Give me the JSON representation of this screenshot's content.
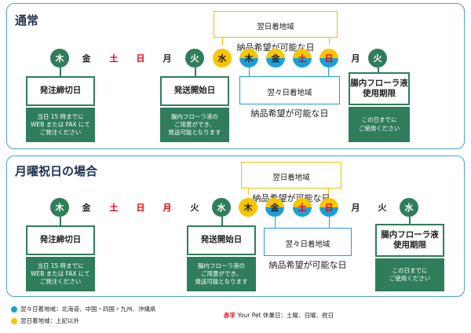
{
  "colors": {
    "green": "#2f7d5b",
    "yellow": "#f7c600",
    "blue": "#1c9fd8",
    "red": "#e60012",
    "border": "#4ba3c7"
  },
  "normal": {
    "title": "通常",
    "days": [
      "木",
      "金",
      "土",
      "日",
      "月",
      "火",
      "水",
      "木",
      "金",
      "土",
      "日",
      "月",
      "火"
    ],
    "top_label": {
      "line1": "翌日着地域",
      "line2": "納品希望が可能な日"
    },
    "bottom_label": {
      "line1": "翌々日着地域",
      "line2": "納品希望が可能な日"
    },
    "cutoff": {
      "label": "発注締切日",
      "detail": "当日 15 時までに\nWEB または FAX にて\nご発注ください"
    },
    "ship": {
      "label": "発送開始日",
      "detail": "腸内フローラ液の\nご用意ができ、\n発送可能となります"
    },
    "expiry": {
      "label": "腸内フローラ液\n使用期限",
      "detail": "この日までに\nご使用ください"
    }
  },
  "holiday": {
    "title": "月曜祝日の場合",
    "days": [
      "木",
      "金",
      "土",
      "日",
      "月",
      "火",
      "水",
      "木",
      "金",
      "土",
      "日",
      "月",
      "火",
      "水"
    ],
    "top_label": {
      "line1": "翌日着地域",
      "line2": "納品希望が可能な日"
    },
    "bottom_label": {
      "line1": "翌々日着地域",
      "line2": "納品希望が可能な日"
    },
    "cutoff": {
      "label": "発注締切日",
      "detail": "当日 15 時までに\nWEB または FAX にて\nご発注ください"
    },
    "ship": {
      "label": "発送開始日",
      "detail": "腸内フローラ液の\nご用意ができ、\n発送可能となります"
    },
    "expiry": {
      "label": "腸内フローラ液\n使用期限",
      "detail": "この日までに\nご使用ください"
    }
  },
  "legend": {
    "blue": "翌々日着地域：北海道、中国・四国・九州、沖縄県",
    "yellow": "翌日着地域：上記以外"
  },
  "note": {
    "red_label": "赤字",
    "text": " Your Pet 休業日：土曜、日曜、祝日"
  }
}
